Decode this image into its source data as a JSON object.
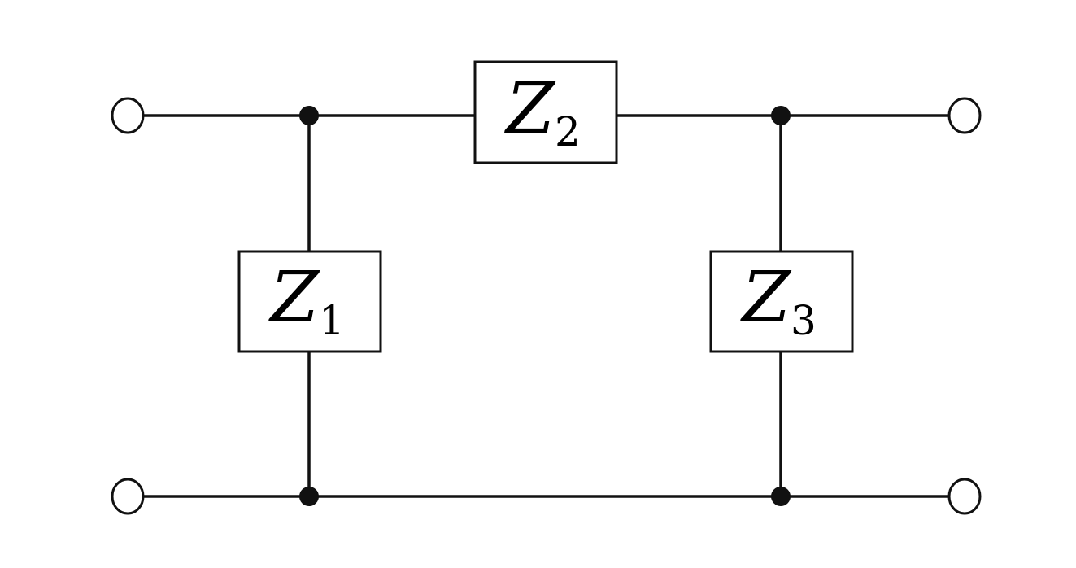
{
  "impedances": {
    "z1": {
      "symbol": "Z",
      "subscript": "1"
    },
    "z2": {
      "symbol": "Z",
      "subscript": "2"
    },
    "z3": {
      "symbol": "Z",
      "subscript": "3"
    }
  },
  "colors": {
    "line": "#111111",
    "background": "#ffffff"
  }
}
